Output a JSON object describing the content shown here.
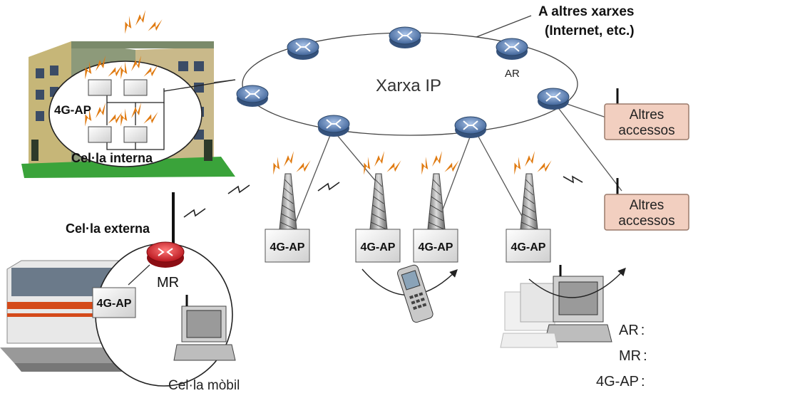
{
  "network": {
    "title": "Xarxa IP",
    "external": "A altres xarxes\n(Internet, etc.)",
    "ar_router_label": "AR"
  },
  "access_boxes": [
    "Altres\naccessos",
    "Altres\naccessos"
  ],
  "ap_label": "4G-AP",
  "internal_cell": {
    "ap_label": "4G-AP",
    "caption": "Cel·la interna"
  },
  "external_cell": {
    "caption": "Cel·la externa",
    "mr_label": "MR",
    "ap_label": "4G-AP"
  },
  "mobile_cell_caption": "Cel·la mòbil",
  "legend": [
    {
      "key": "AR",
      "sep": ":"
    },
    {
      "key": "MR",
      "sep": ":"
    },
    {
      "key": "4G-AP",
      "sep": ":"
    }
  ],
  "colors": {
    "router": "#5a7fb0",
    "mobile_router": "#d8202a",
    "access_box": "#f2cfc0",
    "lightning": "#e07a10",
    "grass": "#3aa33a"
  }
}
